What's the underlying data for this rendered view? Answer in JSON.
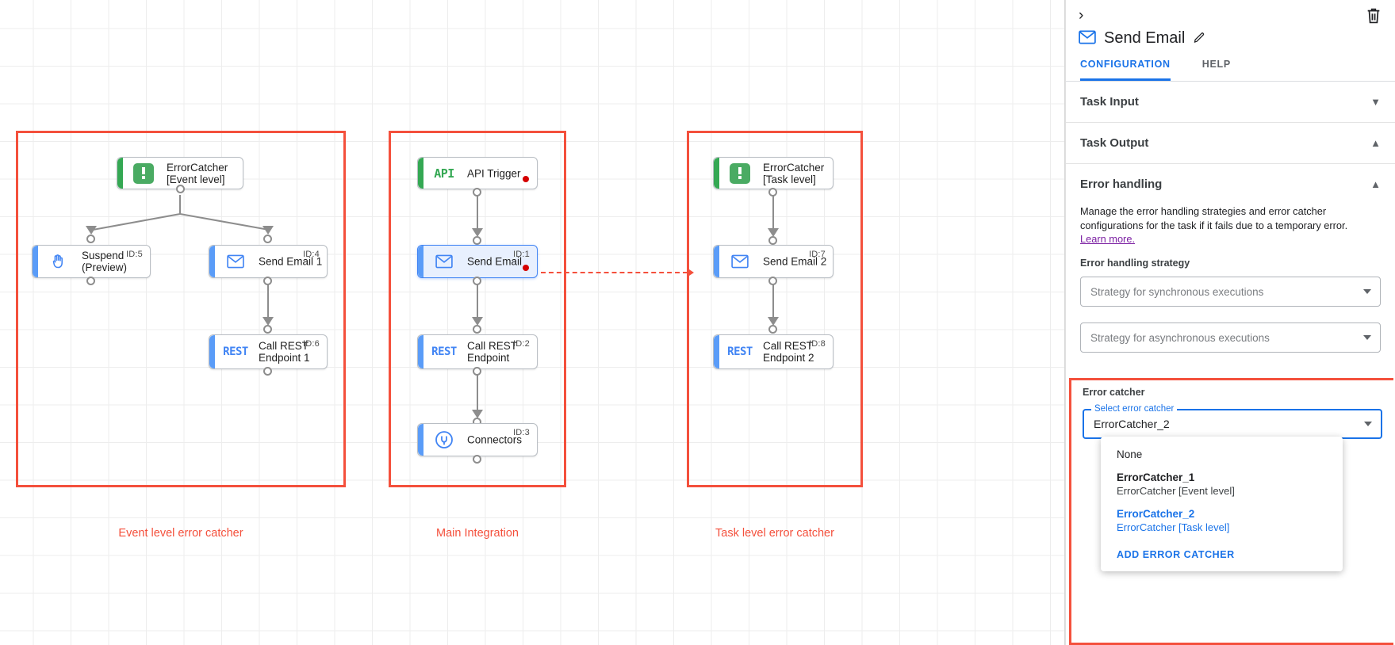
{
  "canvas": {
    "groups": [
      {
        "caption": "Event level error catcher"
      },
      {
        "caption": "Main Integration"
      },
      {
        "caption": "Task level error catcher"
      }
    ],
    "nodes": {
      "errorcatcher_event": {
        "label": "ErrorCatcher\n[Event level]",
        "icon": "error-catcher-icon",
        "id": ""
      },
      "suspend": {
        "label": "Suspend\n(Preview)",
        "icon": "suspend-hand-icon",
        "id": "ID:5"
      },
      "send_email_1": {
        "label": "Send Email 1",
        "icon": "mail-icon",
        "id": "ID:4"
      },
      "call_rest_1": {
        "label": "Call REST\nEndpoint 1",
        "icon": "rest-icon",
        "id": "ID:6"
      },
      "api_trigger": {
        "label": "API Trigger",
        "icon": "api-icon",
        "id": ""
      },
      "send_email": {
        "label": "Send Email",
        "icon": "mail-icon",
        "id": "ID:1"
      },
      "call_rest": {
        "label": "Call REST\nEndpoint",
        "icon": "rest-icon",
        "id": "ID:2"
      },
      "connectors": {
        "label": "Connectors",
        "icon": "connectors-icon",
        "id": "ID:3"
      },
      "errorcatcher_task": {
        "label": "ErrorCatcher\n[Task level]",
        "icon": "error-catcher-icon",
        "id": ""
      },
      "send_email_2": {
        "label": "Send Email 2",
        "icon": "mail-icon",
        "id": "ID:7"
      },
      "call_rest_2": {
        "label": "Call REST\nEndpoint 2",
        "icon": "rest-icon",
        "id": "ID:8"
      }
    },
    "icon_text": {
      "api": "API",
      "rest": "REST"
    }
  },
  "panel": {
    "collapse_icon": "›",
    "title": "Send Email",
    "tabs": [
      {
        "label": "CONFIGURATION",
        "active": true
      },
      {
        "label": "HELP",
        "active": false
      }
    ],
    "sections": [
      {
        "title": "Task Input",
        "expanded": false
      },
      {
        "title": "Task Output",
        "expanded": true
      },
      {
        "title": "Error handling",
        "expanded": true
      }
    ],
    "error_handling": {
      "description": "Manage the error handling strategies and error catcher configurations for the task if it fails due to a temporary error.",
      "learn_more": "Learn more.",
      "strategy_label": "Error handling strategy",
      "sync_placeholder": "Strategy for synchronous executions",
      "async_placeholder": "Strategy for asynchronous executions"
    },
    "error_catcher": {
      "section_title": "Error catcher",
      "field_legend": "Select error catcher",
      "field_value": "ErrorCatcher_2",
      "options": [
        {
          "main": "None",
          "sub": "",
          "selected": false
        },
        {
          "main": "ErrorCatcher_1",
          "sub": "ErrorCatcher [Event level]",
          "selected": false
        },
        {
          "main": "ErrorCatcher_2",
          "sub": "ErrorCatcher [Task level]",
          "selected": true
        }
      ],
      "add_action": "ADD ERROR CATCHER"
    }
  },
  "colors": {
    "accent_blue": "#1a73e8",
    "highlight_red": "#f4503c",
    "green": "#34a853",
    "error_dot": "#d50000"
  }
}
